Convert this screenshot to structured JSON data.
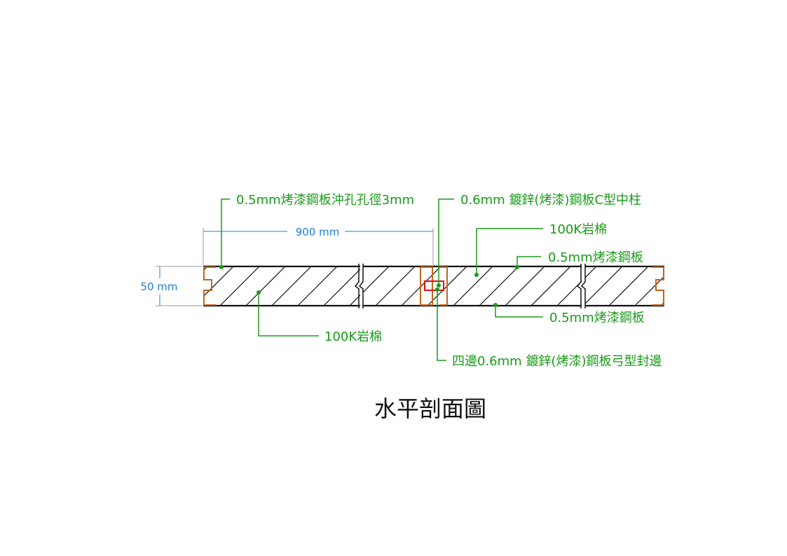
{
  "title": "水平剖面圖",
  "dimensions": {
    "width": "900 mm",
    "thickness": "50 mm"
  },
  "labels": {
    "perforated": "0.5mm烤漆鋼板沖孔孔徑3mm",
    "c_column": "0.6mm 鍍鋅(烤漆)鋼板C型中柱",
    "rockwool_top": "100K岩棉",
    "steel_top": "0.5mm烤漆鋼板",
    "steel_bottom": "0.5mm烤漆鋼板",
    "edge_seal": "四邊0.6mm 鍍鋅(烤漆)鋼板弓型封邊",
    "rockwool_bottom": "100K岩棉"
  },
  "colors": {
    "leader": "#1a9a1a",
    "dimension": "#1e7fd8",
    "edge": "#c0661a",
    "column": "#e01010"
  }
}
